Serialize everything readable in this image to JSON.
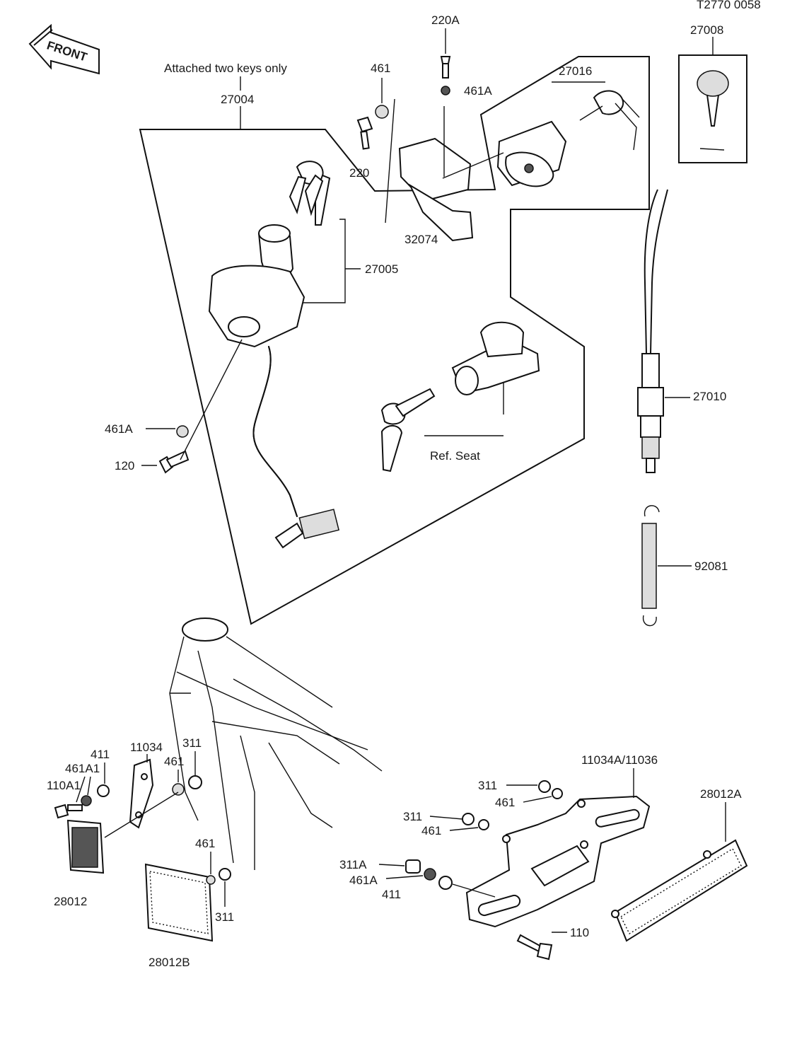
{
  "diagram": {
    "code": "T2770 0058",
    "front_label": "FRONT",
    "note": "Attached two keys only",
    "ref_note": "Ref. Seat",
    "labels": {
      "p220A": "220A",
      "p27008": "27008",
      "p461_top": "461",
      "p461A_top": "461A",
      "p27016": "27016",
      "p27004": "27004",
      "p220": "220",
      "p32074": "32074",
      "p27005": "27005",
      "p461A_left": "461A",
      "p120": "120",
      "p27010": "27010",
      "p92081": "92081",
      "p11034": "11034",
      "p411_left": "411",
      "p461A1": "461A1",
      "p110A1": "110A1",
      "p461_mid": "461",
      "p311_mid": "311",
      "p28012": "28012",
      "p461_b": "461",
      "p311_b": "311",
      "p28012B": "28012B",
      "p11034A": "11034A/11036",
      "p28012A": "28012A",
      "p311_r1": "311",
      "p461_r1": "461",
      "p311_r2": "311",
      "p461_r2": "461",
      "p311A": "311A",
      "p461A_r": "461A",
      "p411_r": "411",
      "p110": "110"
    }
  }
}
